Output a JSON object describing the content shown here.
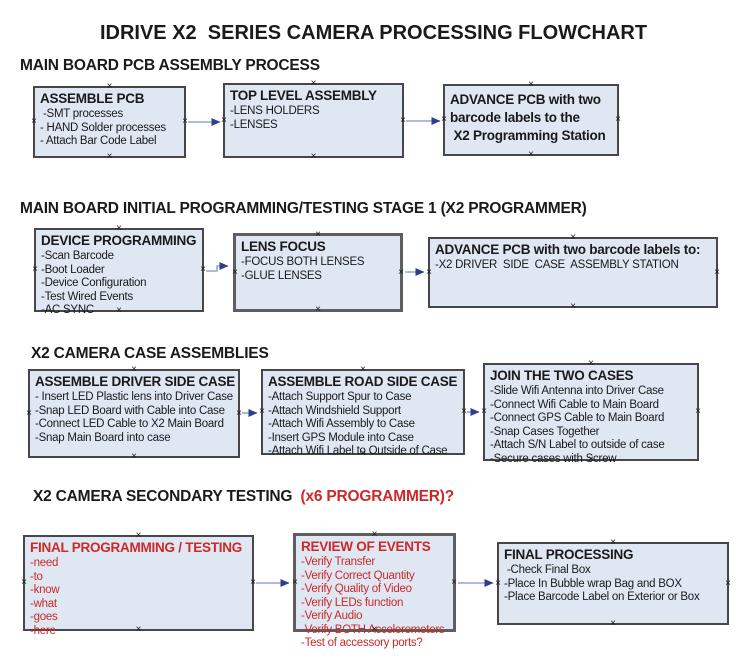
{
  "title": "IDRIVE X2  SERIES CAMERA PROCESSING FLOWCHART",
  "colors": {
    "box_fill": "#DFE7F3",
    "box_border": "#474747",
    "arrow_line": "#90A9D2",
    "arrow_head": "#2F3F8C",
    "red": "#CC2929",
    "black": "#1A1A1A"
  },
  "icons": {
    "connection_handle_glyph": "×",
    "arrow_head_icon": "right-arrowhead"
  },
  "sections": [
    {
      "header": "MAIN BOARD PCB ASSEMBLY PROCESS",
      "boxes": [
        {
          "heading": "ASSEMBLE PCB",
          "items": [
            " -SMT processes",
            "- HAND Solder processes",
            "- Attach Bar Code Label"
          ]
        },
        {
          "heading": "TOP LEVEL ASSEMBLY",
          "items": [
            "-LENS HOLDERS",
            "-LENSES"
          ]
        },
        {
          "heading": "ADVANCE PCB with two\nbarcode labels to the\n X2 Programming Station",
          "items": []
        }
      ]
    },
    {
      "header": "MAIN BOARD INITIAL PROGRAMMING/TESTING STAGE 1 (X2 PROGRAMMER)",
      "boxes": [
        {
          "heading": "DEVICE PROGRAMMING",
          "items": [
            "-Scan Barcode",
            "-Boot Loader",
            "-Device Configuration",
            "-Test Wired Events",
            "-AC SYNC"
          ]
        },
        {
          "heading": "LENS FOCUS",
          "items": [
            "-FOCUS BOTH LENSES",
            "-GLUE LENSES"
          ]
        },
        {
          "heading": "ADVANCE PCB with two barcode labels to:",
          "items": [
            "-X2 DRIVER  SIDE  CASE  ASSEMBLY STATION"
          ]
        }
      ]
    },
    {
      "header": "X2 CAMERA CASE ASSEMBLIES",
      "boxes": [
        {
          "heading": "ASSEMBLE DRIVER SIDE CASE",
          "items": [
            "- Insert LED Plastic lens into Driver Case",
            "-Snap LED Board with Cable into Case",
            "-Connect LED Cable to X2 Main Board",
            "-Snap Main Board into case"
          ]
        },
        {
          "heading": "ASSEMBLE ROAD SIDE CASE",
          "items": [
            "-Attach Support Spur to Case",
            "-Attach Windshield Support",
            "-Attach Wifi Assembly to Case",
            "-Insert GPS Module into Case",
            "-Attach Wifi Label to Outside of Case"
          ]
        },
        {
          "heading": "JOIN THE TWO CASES",
          "items": [
            "-Slide Wifi Antenna into Driver Case",
            "-Connect Wifi Cable to Main Board",
            "-Connect GPS Cable to Main Board",
            "-Snap Cases Together",
            "-Attach S/N Label to outside of case",
            "-Secure cases with Screw"
          ]
        }
      ]
    },
    {
      "header": "X2 CAMERA SECONDARY TESTING ",
      "header_suffix": " (x6 PROGRAMMER)?",
      "boxes": [
        {
          "heading": "FINAL PROGRAMMING / TESTING",
          "items": [
            "-need",
            "-to",
            "-know",
            "-what",
            "-goes",
            "-here"
          ]
        },
        {
          "heading": "REVIEW OF EVENTS",
          "items": [
            "-Verify Transfer",
            "-Verify Correct Quantity",
            "-Verify Quality of Video",
            "-Verify LEDs function",
            "-Verify Audio",
            "-Verify BOTH Accelerometers",
            "-Test of accessory ports?"
          ]
        },
        {
          "heading": "FINAL PROCESSING",
          "items": [
            " -Check Final Box",
            "-Place In Bubble wrap Bag and BOX",
            "-Place Barcode Label on Exterior or Box"
          ]
        }
      ]
    }
  ]
}
